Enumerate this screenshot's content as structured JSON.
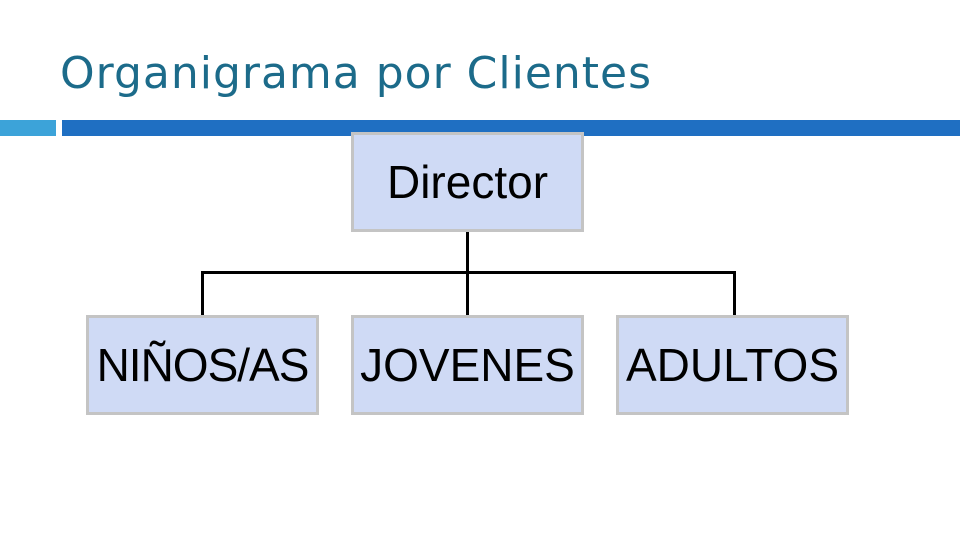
{
  "slide": {
    "title": "Organigrama por Clientes"
  },
  "org_chart": {
    "root": {
      "label": "Director"
    },
    "children": [
      {
        "label": "NIÑOS/AS"
      },
      {
        "label": "JOVENES"
      },
      {
        "label": "ADULTOS"
      }
    ]
  },
  "colors": {
    "title": "#1c6b8a",
    "rule_accent_light": "#3ca3d9",
    "rule_accent_dark": "#1f6fc2",
    "box_fill": "#cfdaf5",
    "box_border": "#c4c4c4",
    "connector": "#000000"
  }
}
